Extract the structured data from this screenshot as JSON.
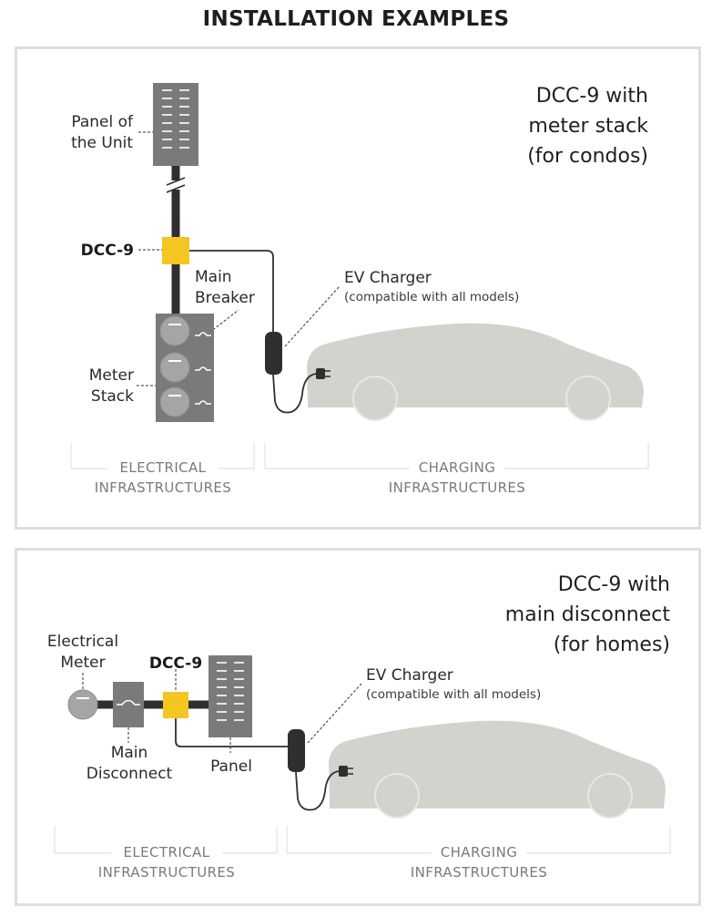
{
  "page_title": "INSTALLATION EXAMPLES",
  "colors": {
    "device_yellow": "#f5c622",
    "panel_gray": "#7a7a78",
    "meter_gray": "#a5a5a3",
    "car_gray": "#d3d3cd",
    "wire": "#2f2f2f",
    "border": "#dedede"
  },
  "example_condos": {
    "title_lines": [
      "DCC-9 with",
      "meter stack",
      "(for condos)"
    ],
    "panel_label_lines": [
      "Panel of",
      "the Unit"
    ],
    "device_label": "DCC-9",
    "breaker_label_lines": [
      "Main",
      "Breaker"
    ],
    "meter_label_lines": [
      "Meter",
      "Stack"
    ],
    "charger_label": "EV Charger",
    "charger_sublabel": "(compatible with all models)",
    "category_left_lines": [
      "ELECTRICAL",
      "INFRASTRUCTURES"
    ],
    "category_right_lines": [
      "CHARGING",
      "INFRASTRUCTURES"
    ]
  },
  "example_homes": {
    "title_lines": [
      "DCC-9 with",
      "main disconnect",
      "(for homes)"
    ],
    "meter_label_lines": [
      "Electrical",
      "Meter"
    ],
    "device_label": "DCC-9",
    "disconnect_label_lines": [
      "Main",
      "Disconnect"
    ],
    "panel_label": "Panel",
    "charger_label": "EV Charger",
    "charger_sublabel": "(compatible with all models)",
    "category_left_lines": [
      "ELECTRICAL",
      "INFRASTRUCTURES"
    ],
    "category_right_lines": [
      "CHARGING",
      "INFRASTRUCTURES"
    ]
  }
}
